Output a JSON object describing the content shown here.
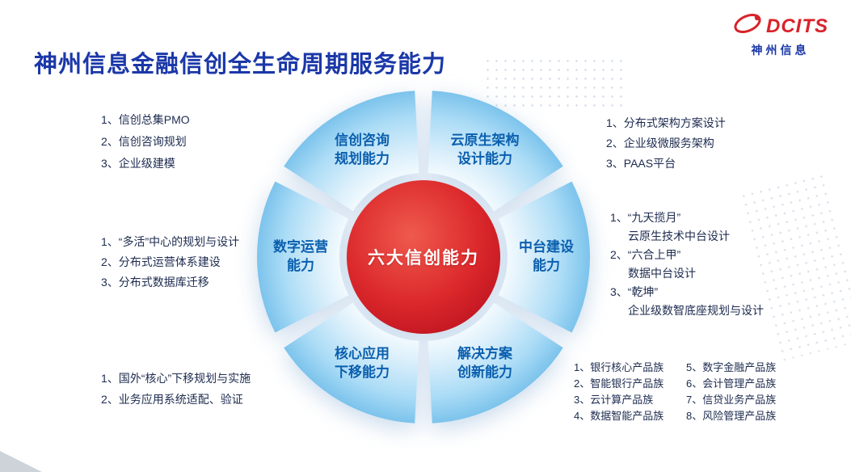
{
  "colors": {
    "brand_red": "#d8232a",
    "title_blue": "#1b38a8",
    "label_blue": "#0b5fae",
    "text_navy": "#1d2b4f"
  },
  "header": {
    "title": "神州信息金融信创全生命周期服务能力"
  },
  "logo": {
    "brand": "DCITS",
    "company": "神州信息"
  },
  "diagram": {
    "center_label": "六大信创能力",
    "segments": [
      {
        "line1": "信创咨询",
        "line2": "规划能力"
      },
      {
        "line1": "云原生架构",
        "line2": "设计能力"
      },
      {
        "line1": "中台建设",
        "line2": "能力"
      },
      {
        "line1": "解决方案",
        "line2": "创新能力"
      },
      {
        "line1": "核心应用",
        "line2": "下移能力"
      },
      {
        "line1": "数字运营",
        "line2": "能力"
      }
    ]
  },
  "lists": {
    "top_left": [
      "1、信创总集PMO",
      "2、信创咨询规划",
      "3、企业级建模"
    ],
    "top_right": [
      "1、分布式架构方案设计",
      "2、企业级微服务架构",
      "3、PAAS平台"
    ],
    "left_mid": [
      "1、“多活”中心的规划与设计",
      "2、分布式运营体系建设",
      "3、分布式数据库迁移"
    ],
    "right_mid": [
      {
        "line1": "1、“九天揽月”",
        "line2": "云原生技术中台设计"
      },
      {
        "line1": "2、“六合上甲”",
        "line2": "数据中台设计"
      },
      {
        "line1": "3、“乾坤”",
        "line2": "企业级数智底座规划与设计"
      }
    ],
    "bottom_left": [
      "1、国外“核心”下移规划与实施",
      "2、业务应用系统适配、验证"
    ],
    "bottom_right_col1": [
      "1、银行核心产品族",
      "2、智能银行产品族",
      "3、云计算产品族",
      "4、数据智能产品族"
    ],
    "bottom_right_col2": [
      "5、数字金融产品族",
      "6、会计管理产品族",
      "7、信贷业务产品族",
      "8、风险管理产品族"
    ]
  }
}
